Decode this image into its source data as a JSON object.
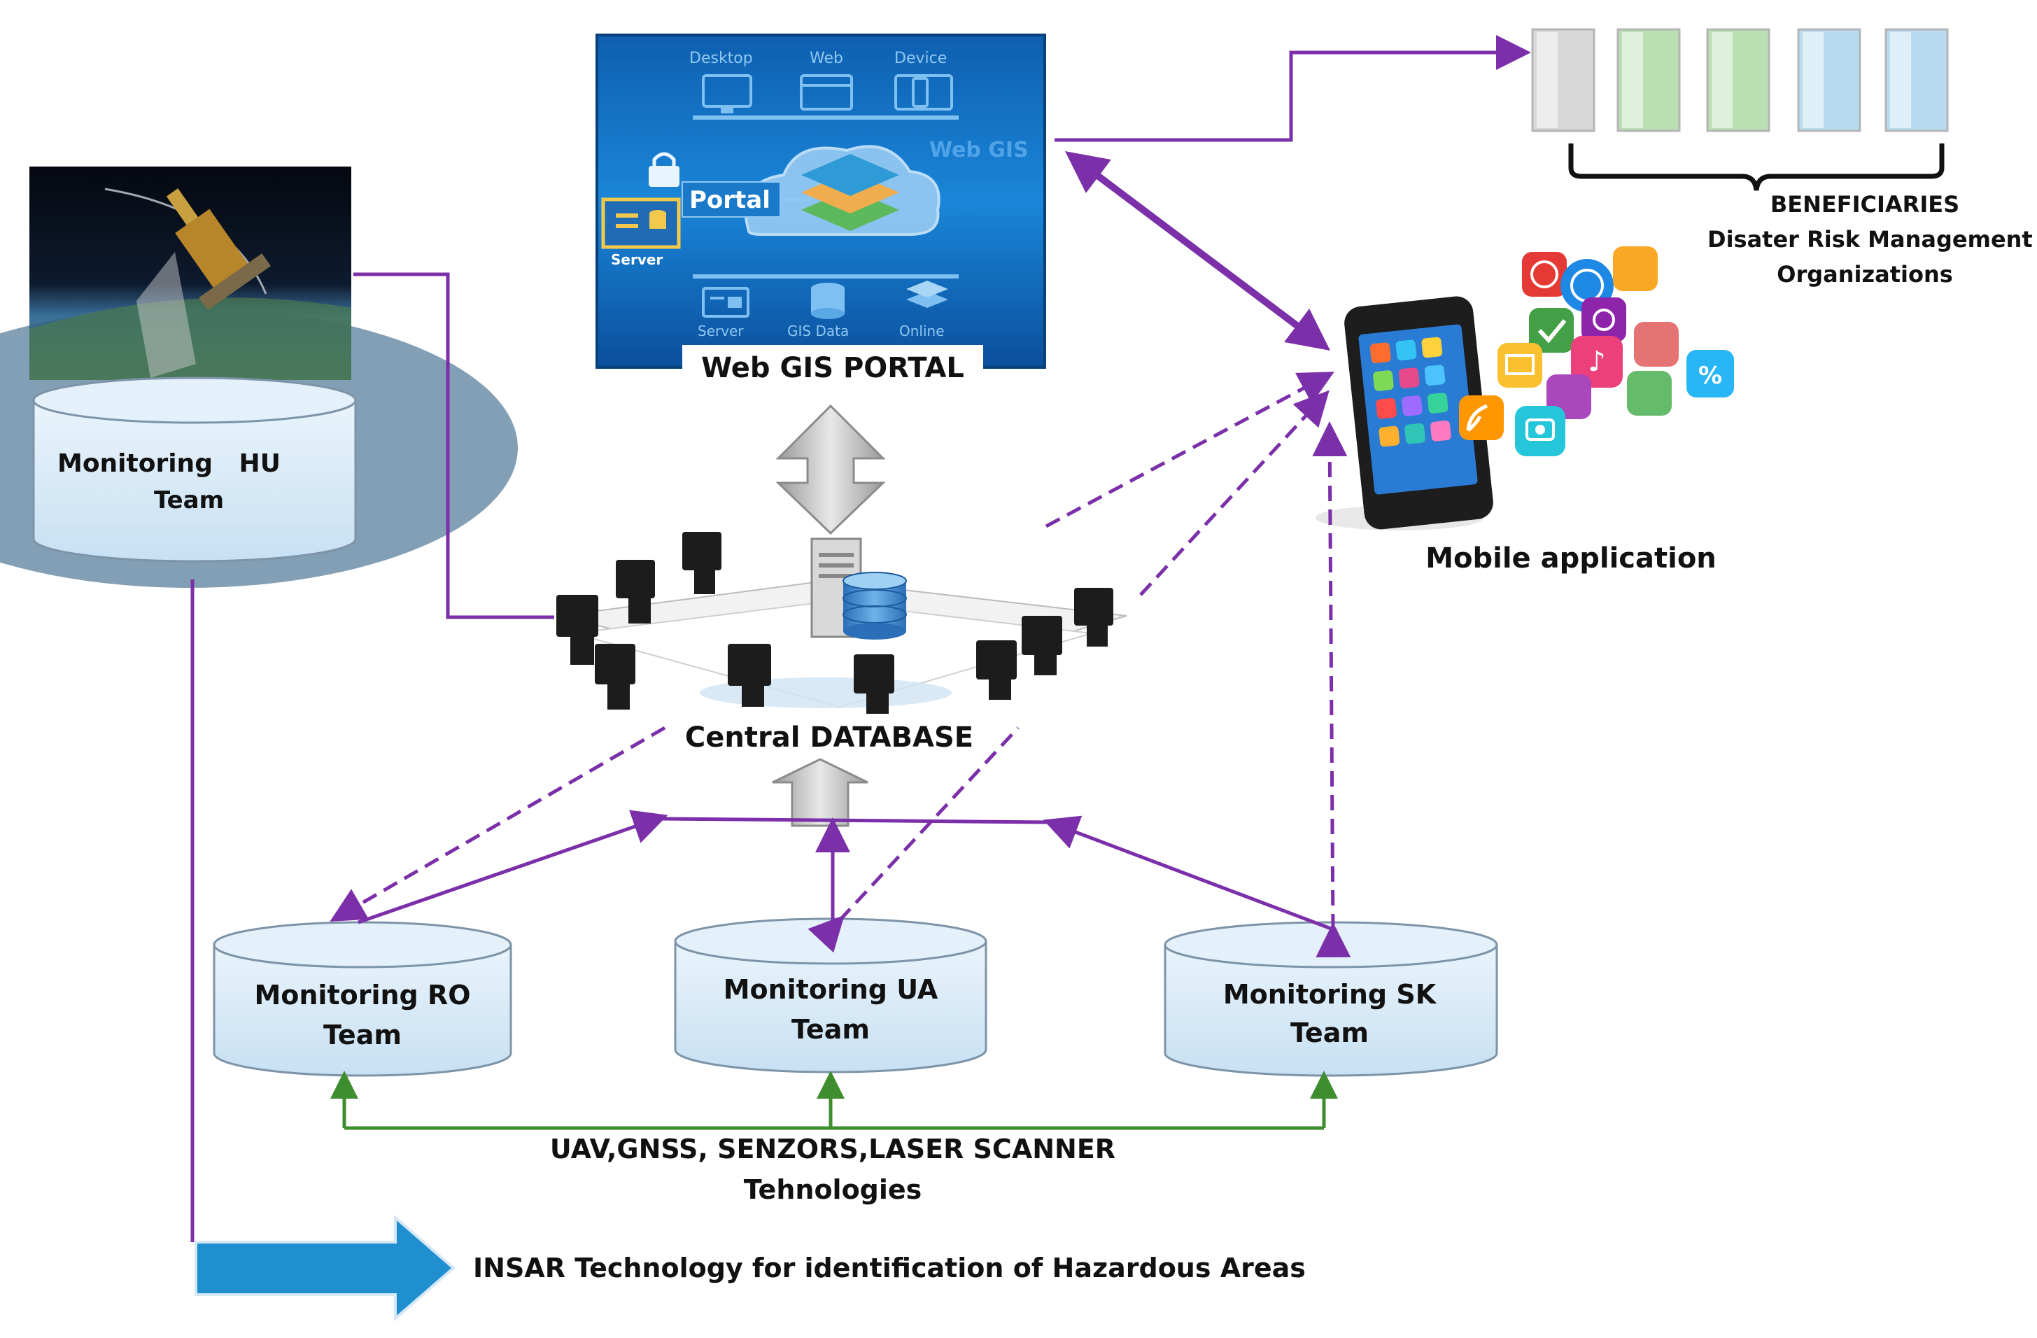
{
  "web_gis": {
    "top_labels": [
      "Desktop",
      "Web",
      "Device"
    ],
    "web_gis_label": "Web GIS",
    "portal_label": "Portal",
    "server_label": "Server",
    "bottom_labels": [
      "Server",
      "GIS Data",
      "Online"
    ],
    "caption": "Web GIS PORTAL"
  },
  "beneficiaries": {
    "title": "BENEFICIARIES",
    "line1": "Disater Risk Management",
    "line2": "Organizations",
    "box_colors": [
      "#d8d8d8",
      "#b9dfb3",
      "#b9dfb3",
      "#b8dbef",
      "#b8dbef"
    ]
  },
  "mobile": {
    "caption": "Mobile application"
  },
  "central_db": {
    "caption": "Central DATABASE"
  },
  "teams": {
    "hu": {
      "line1": "Monitoring   HU",
      "line2": "Team"
    },
    "ro": {
      "line1": "Monitoring RO",
      "line2": "Team"
    },
    "ua": {
      "line1": "Monitoring UA",
      "line2": "Team"
    },
    "sk": {
      "line1": "Monitoring SK",
      "line2": "Team"
    }
  },
  "technologies": {
    "line1": "UAV,GNSS, SENZORS,LASER SCANNER",
    "line2": "Tehnologies"
  },
  "insar": {
    "text": "INSAR Technology for identification of Hazardous Areas"
  },
  "colors": {
    "purple": "#7b2fa8",
    "green": "#3e8e2f",
    "cylinder_fill": "#d6e9f7",
    "insar_arrow": "#1f8fd0"
  }
}
